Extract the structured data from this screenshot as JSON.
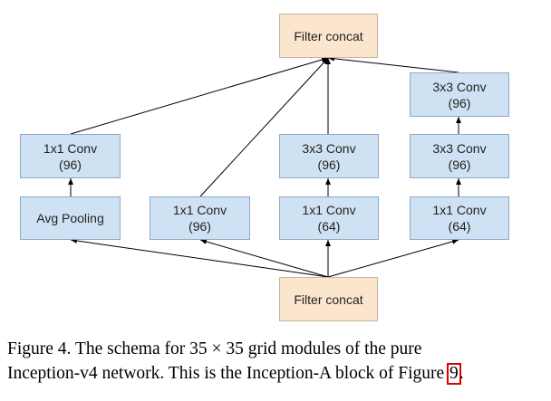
{
  "diagram": {
    "nodes": {
      "top_concat": {
        "line1": "Filter concat"
      },
      "bottom_concat": {
        "line1": "Filter concat"
      },
      "b1_conv": {
        "line1": "1x1 Conv",
        "line2": "(96)"
      },
      "b1_pool": {
        "line1": "Avg Pooling"
      },
      "b2_conv": {
        "line1": "1x1 Conv",
        "line2": "(96)"
      },
      "b3_conv3": {
        "line1": "3x3 Conv",
        "line2": "(96)"
      },
      "b3_conv1": {
        "line1": "1x1 Conv",
        "line2": "(64)"
      },
      "b4_conv3a": {
        "line1": "3x3 Conv",
        "line2": "(96)"
      },
      "b4_conv3b": {
        "line1": "3x3 Conv",
        "line2": "(96)"
      },
      "b4_conv1": {
        "line1": "1x1 Conv",
        "line2": "(64)"
      }
    },
    "colors": {
      "conv_fill": "#cfe2f3",
      "concat_fill": "#fce5cd",
      "arrow": "#000000"
    }
  },
  "caption": {
    "line1": "Figure 4. The schema for 35 × 35 grid modules of the pure",
    "line2_prefix": "Inception-v4 network. This is the Inception-A block of Figure ",
    "figure_ref": "9",
    "line2_suffix": "."
  }
}
